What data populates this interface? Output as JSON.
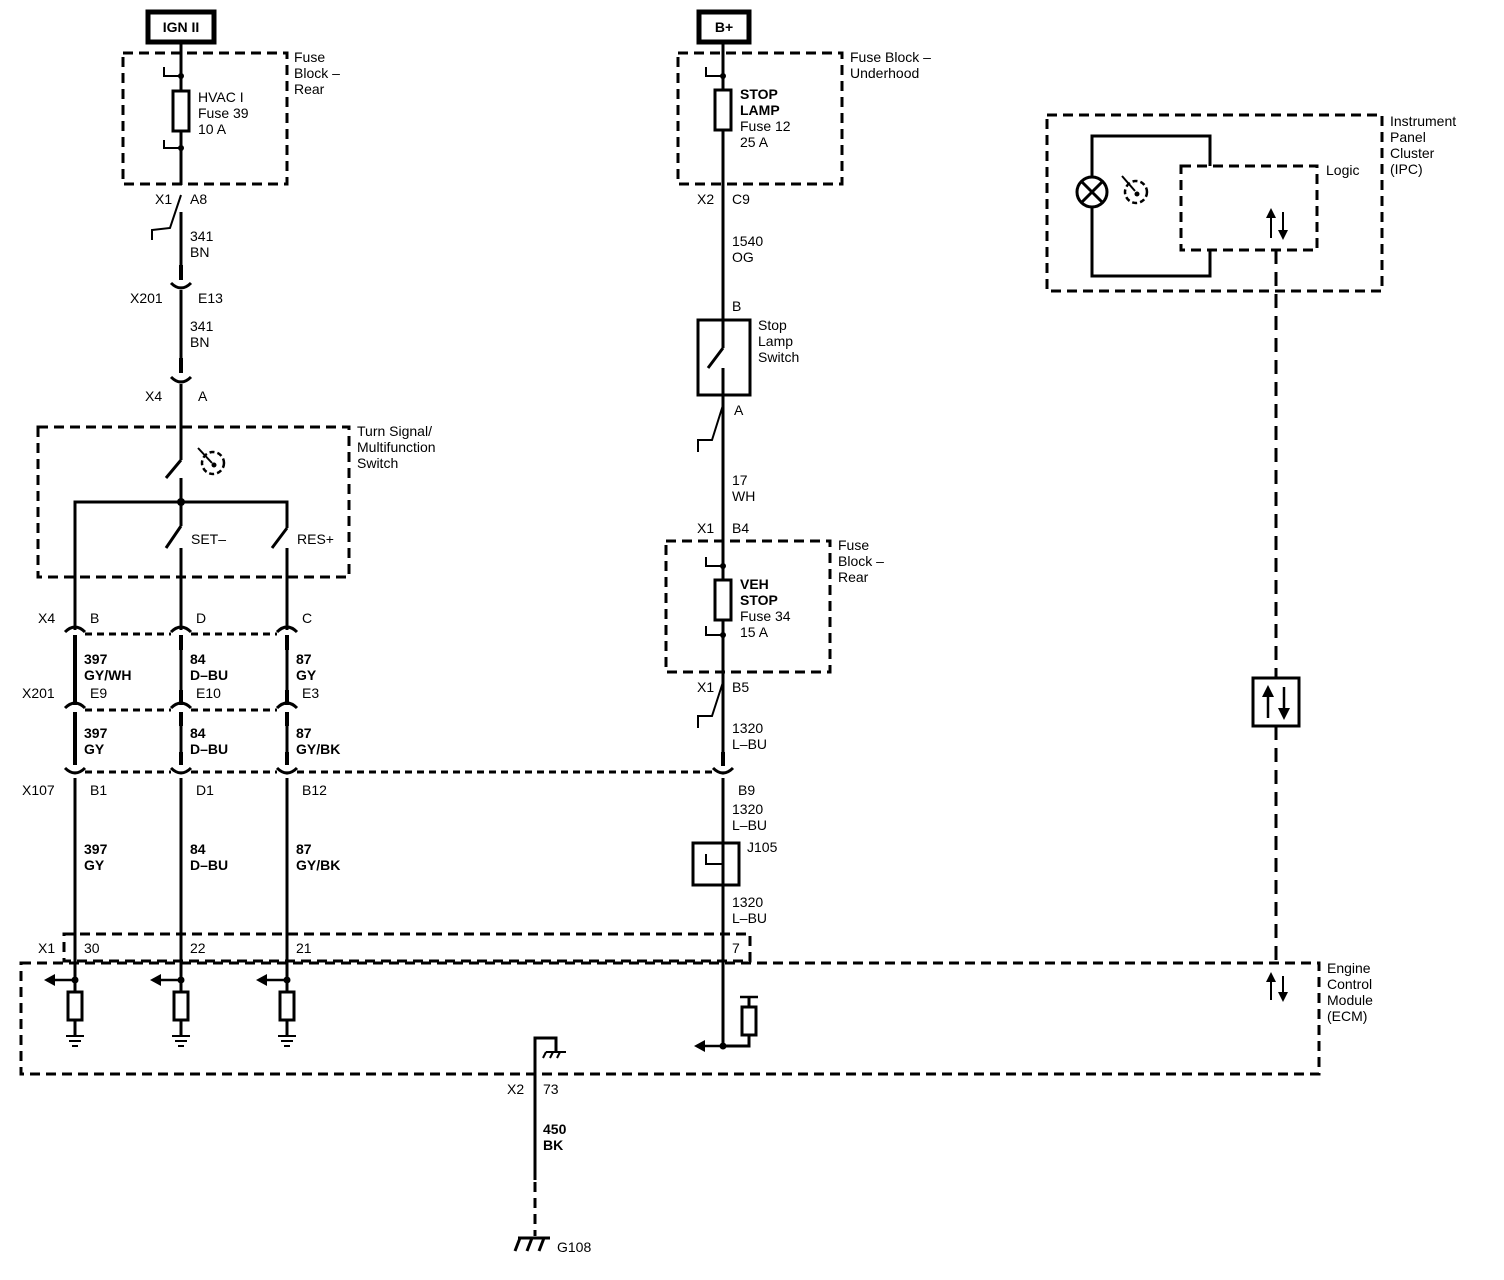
{
  "power_sources": {
    "ign": "IGN II",
    "bplus": "B+"
  },
  "components": {
    "fuse_block_rear_top": [
      "Fuse",
      "Block –",
      "Rear"
    ],
    "hvac_fuse": [
      "HVAC I",
      "Fuse 39",
      "10 A"
    ],
    "fuse_block_underhood": [
      "Fuse Block –",
      "Underhood"
    ],
    "stop_lamp_fuse": [
      "STOP",
      "LAMP",
      "Fuse 12",
      "25 A"
    ],
    "stop_lamp_switch": [
      "Stop",
      "Lamp",
      "Switch"
    ],
    "turn_signal_switch": [
      "Turn Signal/",
      "Multifunction",
      "Switch"
    ],
    "set_label": "SET–",
    "res_label": "RES+",
    "fuse_block_rear_mid": [
      "Fuse",
      "Block –",
      "Rear"
    ],
    "veh_stop_fuse": [
      "VEH",
      "STOP",
      "Fuse 34",
      "15 A"
    ],
    "splice": "J105",
    "ipc": [
      "Instrument",
      "Panel",
      "Cluster",
      "(IPC)"
    ],
    "logic": "Logic",
    "ecm": [
      "Engine",
      "Control",
      "Module",
      "(ECM)"
    ],
    "ground": "G108"
  },
  "connectors": {
    "x1_a8": [
      "X1",
      "A8"
    ],
    "x201_e13": [
      "X201",
      "E13"
    ],
    "x4_a": [
      "X4",
      "A"
    ],
    "x2_c9": [
      "X2",
      "C9"
    ],
    "stop_sw_b": "B",
    "stop_sw_a": "A",
    "x1_b4": [
      "X1",
      "B4"
    ],
    "x1_b5": [
      "X1",
      "B5"
    ],
    "x4_row": [
      "X4",
      "B",
      "D",
      "C"
    ],
    "x201_row": [
      "X201",
      "E9",
      "E10",
      "E3"
    ],
    "x107_row": [
      "X107",
      "B1",
      "D1",
      "B12",
      "B9"
    ],
    "x1_ecm_row": [
      "X1",
      "30",
      "22",
      "21",
      "7"
    ],
    "x2_73": [
      "X2",
      "73"
    ]
  },
  "wires": {
    "w341a": [
      "341",
      "BN"
    ],
    "w341b": [
      "341",
      "BN"
    ],
    "w1540": [
      "1540",
      "OG"
    ],
    "w17": [
      "17",
      "WH"
    ],
    "w1320a": [
      "1320",
      "L–BU"
    ],
    "w1320b": [
      "1320",
      "L–BU"
    ],
    "w1320c": [
      "1320",
      "L–BU"
    ],
    "w397a": [
      "397",
      "GY/WH"
    ],
    "w84a": [
      "84",
      "D–BU"
    ],
    "w87a": [
      "87",
      "GY"
    ],
    "w397b": [
      "397",
      "GY"
    ],
    "w84b": [
      "84",
      "D–BU"
    ],
    "w87b": [
      "87",
      "GY/BK"
    ],
    "w397c": [
      "397",
      "GY"
    ],
    "w84c": [
      "84",
      "D–BU"
    ],
    "w87c": [
      "87",
      "GY/BK"
    ],
    "w450": [
      "450",
      "BK"
    ]
  }
}
